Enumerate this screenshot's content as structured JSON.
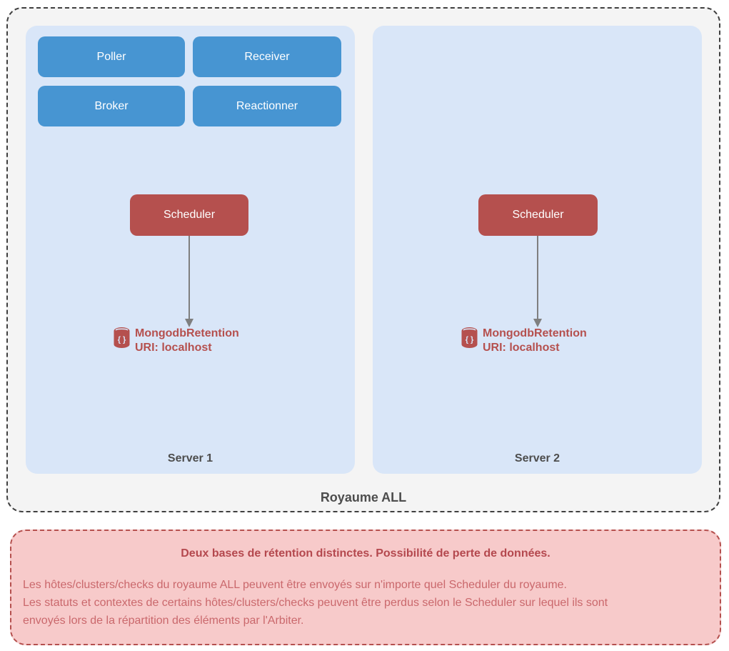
{
  "realm": {
    "label": "Royaume ALL",
    "servers": [
      {
        "label": "Server 1",
        "daemons": [
          "Poller",
          "Receiver",
          "Broker",
          "Reactionner"
        ],
        "scheduler": "Scheduler",
        "retention": {
          "name": "MongodbRetention",
          "uri": "URI: localhost",
          "icon": "database-braces-icon"
        }
      },
      {
        "label": "Server 2",
        "daemons": [],
        "scheduler": "Scheduler",
        "retention": {
          "name": "MongodbRetention",
          "uri": "URI: localhost",
          "icon": "database-braces-icon"
        }
      }
    ]
  },
  "warning": {
    "title": "Deux bases de rétention distinctes. Possibilité de perte de données.",
    "lines": [
      "Les hôtes/clusters/checks du royaume ALL peuvent être envoyés sur n'importe quel Scheduler du royaume.",
      "Les statuts et contextes de certains hôtes/clusters/checks peuvent être perdus selon le Scheduler sur lequel ils sont",
      "envoyés lors de la répartition des éléments par l'Arbiter."
    ]
  },
  "icons": {
    "database_glyph": "{ }"
  },
  "colors": {
    "daemon_blue": "#4795d2",
    "server_bg": "#d9e6f8",
    "scheduler_red": "#b5504e",
    "realm_bg": "#f4f4f4",
    "realm_border": "#3f3f3f",
    "warning_bg": "#f7caca",
    "warning_border": "#b5504e",
    "warning_title": "#b4484e",
    "warning_text": "#ca686c",
    "label_gray": "#4d4d4d",
    "arrow_gray": "#7f7f7f"
  }
}
